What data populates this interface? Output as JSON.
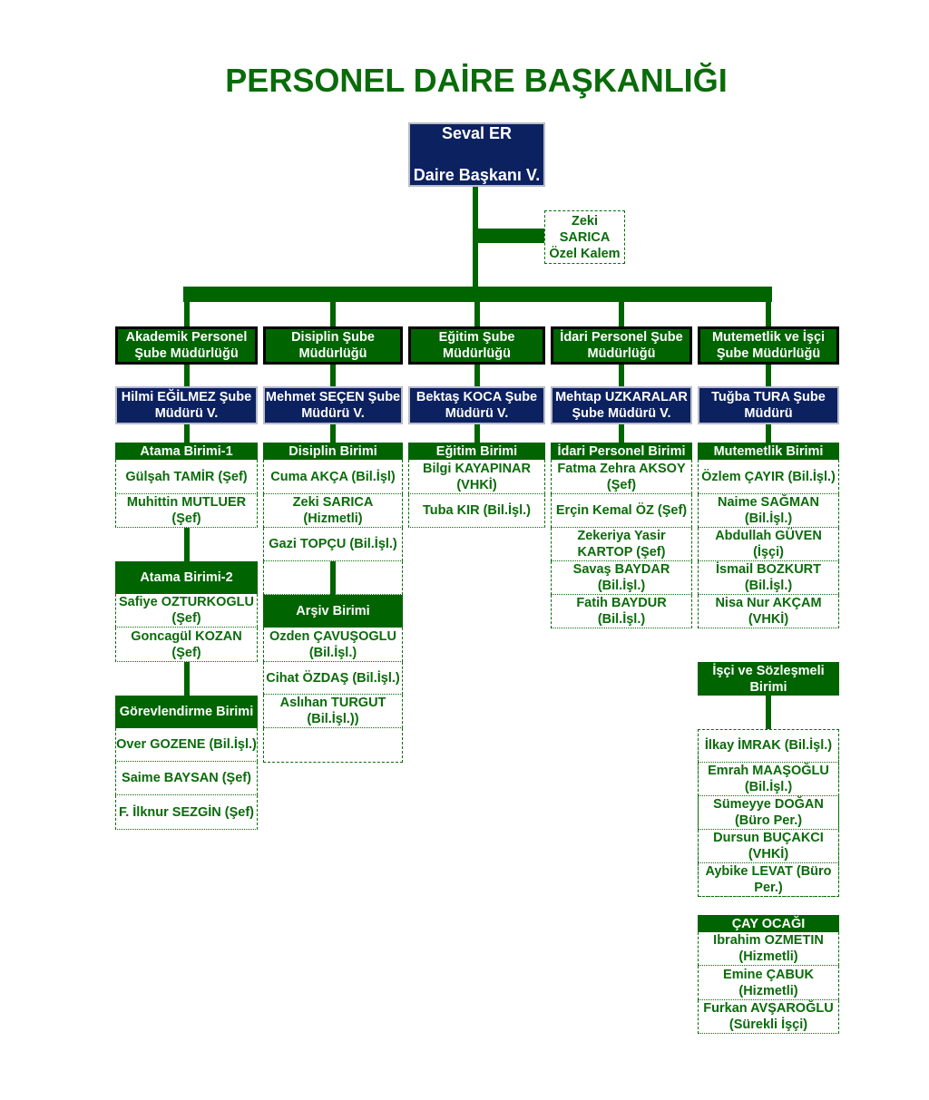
{
  "title": "PERSONEL DAİRE BAŞKANLIĞI",
  "head": {
    "name": "Seval ER",
    "role": "Daire Başkanı V."
  },
  "private_office": "Zeki SARICA Özel Kalem",
  "departments": [
    {
      "name": "Akademik Personel Şube Müdürlüğü",
      "manager": "Hilmi EĞİLMEZ Şube Müdürü V."
    },
    {
      "name": "Disiplin Şube Müdürlüğü",
      "manager": "Mehmet SEÇEN Şube Müdürü V."
    },
    {
      "name": "Eğitim Şube Müdürlüğü",
      "manager": "Bektaş KOCA Şube Müdürü V."
    },
    {
      "name": "İdari Personel Şube Müdürlüğü",
      "manager": "Mehtap UZKARALAR Şube Müdürü V."
    },
    {
      "name": "Mutemetlik ve İşçi Şube Müdürlüğü",
      "manager": "Tuğba TURA Şube Müdürü"
    }
  ],
  "units": [
    {
      "name": "Atama Birimi-1",
      "staff": [
        "Gülşah TAMİR (Şef)",
        "Muhittin MUTLUER (Şef)"
      ]
    },
    {
      "name": "Atama Birimi-2",
      "staff": [
        "Safiye OZTURKOGLU (Şef)",
        "Goncagül KOZAN (Şef)"
      ]
    },
    {
      "name": "Görevlendirme Birimi",
      "staff": [
        "Over GOZENE (Bil.İşl.)",
        "Saime BAYSAN (Şef)",
        "F. İlknur SEZGİN (Şef)"
      ]
    },
    {
      "name": "Disiplin Birimi",
      "staff": [
        "Cuma AKÇA (Bil.İşl)",
        "Zeki SARICA (Hizmetli)",
        "Gazi TOPÇU (Bil.İşl.)"
      ]
    },
    {
      "name": "Arşiv Birimi",
      "staff": [
        "Ozden ÇAVUŞOGLU (Bil.İşl.)",
        "Cihat ÖZDAŞ (Bil.İşl.)",
        "Aslıhan TURGUT (Bil.İşl.))"
      ]
    },
    {
      "name": "Eğitim Birimi",
      "staff": [
        "Bilgi KAYAPINAR (VHKİ)",
        "Tuba KIR (Bil.İşl.)"
      ]
    },
    {
      "name": "İdari Personel Birimi",
      "staff": [
        "Fatma Zehra AKSOY (Şef)",
        "Erçin Kemal ÖZ (Şef)",
        "Zekeriya Yasir KARTOP (Şef)",
        "Savaş BAYDAR (Bil.İşl.)",
        "Fatih BAYDUR (Bil.İşl.)"
      ]
    },
    {
      "name": "Mutemetlik Birimi",
      "staff": [
        "Özlem ÇAYIR (Bil.İşl.)",
        "Naime SAĞMAN (Bil.İşl.)",
        "Abdullah GÜVEN (İşçi)",
        "İsmail BOZKURT (Bil.İşl.)",
        "Nisa Nur AKÇAM (VHKİ)"
      ]
    },
    {
      "name": "İşçi ve Sözleşmeli Birimi",
      "staff": [
        "İlkay İMRAK (Bil.İşl.)",
        "Emrah MAAŞOĞLU (Bil.İşl.)",
        "Sümeyye DOĞAN (Büro Per.)",
        "Dursun BUÇAKCI (VHKİ)",
        "Aybike LEVAT (Büro Per.)"
      ]
    },
    {
      "name": "ÇAY OCAĞI",
      "staff": [
        "Ibrahim OZMETIN (Hizmetli)",
        "Emine ÇABUK (Hizmetli)",
        "Furkan AVŞAROĞLU (Sürekli İşçi)"
      ]
    }
  ],
  "colors": {
    "green": "#006400",
    "navy": "#0c2160",
    "text_green": "#0a6b0a"
  }
}
